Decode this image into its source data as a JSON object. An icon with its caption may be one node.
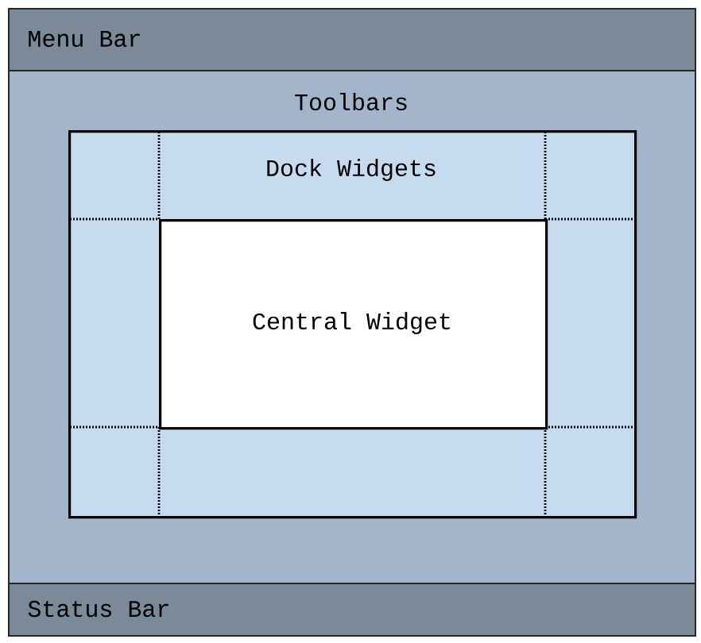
{
  "diagram": {
    "nodes": [
      {
        "text": [
          "Menu Bar"
        ]
      },
      {
        "text": [
          "Toolbars"
        ]
      },
      {
        "text": [
          "Dock Widgets"
        ],
        "in": 1
      },
      {
        "text": [
          "Central Widget"
        ],
        "in": 2
      },
      {
        "text": [
          "Status Bar"
        ]
      }
    ]
  }
}
